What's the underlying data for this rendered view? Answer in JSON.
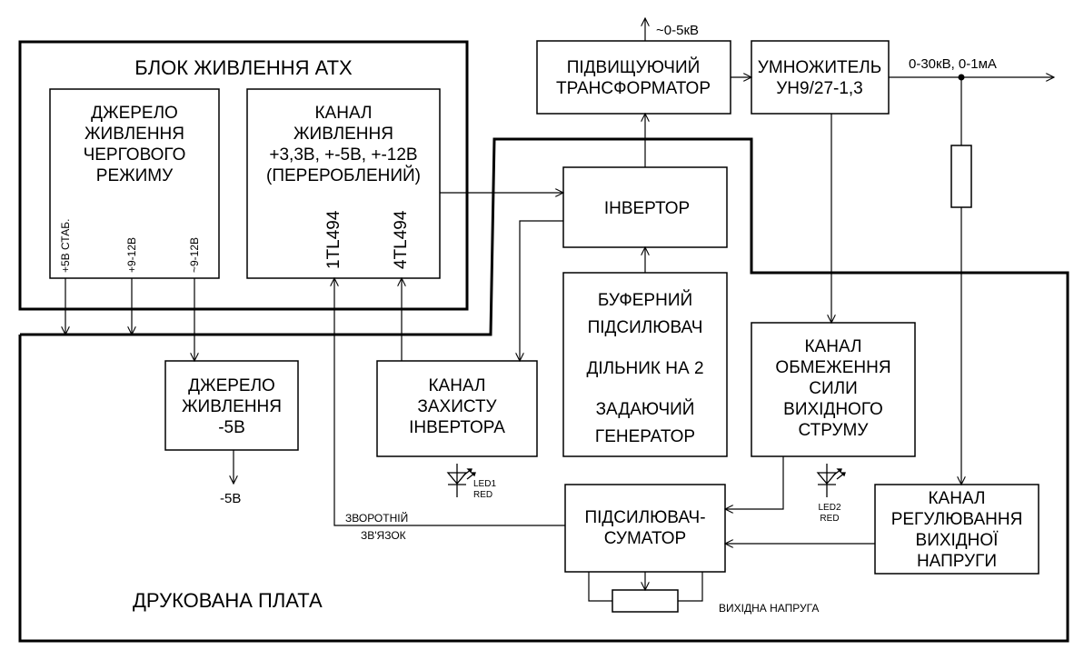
{
  "atx_block": {
    "title": "БЛОК ЖИВЛЕННЯ АТХ",
    "standby_source": [
      "ДЖЕРЕЛО",
      "ЖИВЛЕННЯ",
      "ЧЕРГОВОГО",
      "РЕЖИМУ"
    ],
    "standby_outputs": [
      "+5В СТАБ.",
      "+9-12В",
      "~9-12В"
    ],
    "power_channel": [
      "КАНАЛ",
      "ЖИВЛЕННЯ",
      "+3,3В, +-5В, +-12В",
      "(ПЕРЕРОБЛЕНИЙ)"
    ],
    "pwm_chips": [
      "1TL494",
      "4TL494"
    ]
  },
  "transformer": [
    "ПІДВИЩУЮЧИЙ",
    "ТРАНСФОРМАТОР"
  ],
  "transformer_output": "~0-5кВ",
  "multiplier": [
    "УМНОЖИТЕЛЬ",
    "УН9/27-1,3"
  ],
  "hv_output": "0-30кВ, 0-1мА",
  "inverter": "ІНВЕРТОР",
  "generator_block": [
    "БУФЕРНИЙ",
    "ПІДСИЛЮВАЧ",
    "ДІЛЬНИК НА 2",
    "ЗАДАЮЧИЙ",
    "ГЕНЕРАТОР"
  ],
  "current_limit": [
    "КАНАЛ",
    "ОБМЕЖЕННЯ",
    "СИЛИ",
    "ВИХІДНОГО",
    "СТРУМУ"
  ],
  "neg_source": [
    "ДЖЕРЕЛО",
    "ЖИВЛЕННЯ",
    "-5В"
  ],
  "neg_output": "-5В",
  "inverter_protection": [
    "КАНАЛ",
    "ЗАХИСТУ",
    "ІНВЕРТОРА"
  ],
  "led1": [
    "LED1",
    "RED"
  ],
  "led2": [
    "LED2",
    "RED"
  ],
  "amplifier": [
    "ПІДСИЛЮВАЧ-",
    "СУМАТОР"
  ],
  "feedback": [
    "ЗВОРОТНІЙ",
    "ЗВ'ЯЗОК"
  ],
  "voltage_regulation": [
    "КАНАЛ",
    "РЕГУЛЮВАННЯ",
    "ВИХІДНОЇ",
    "НАПРУГИ"
  ],
  "output_voltage": "ВИХІДНА НАПРУГА",
  "pcb": "ДРУКОВАНА ПЛАТА",
  "colors": {
    "ink": "#000000",
    "background": "#ffffff"
  }
}
